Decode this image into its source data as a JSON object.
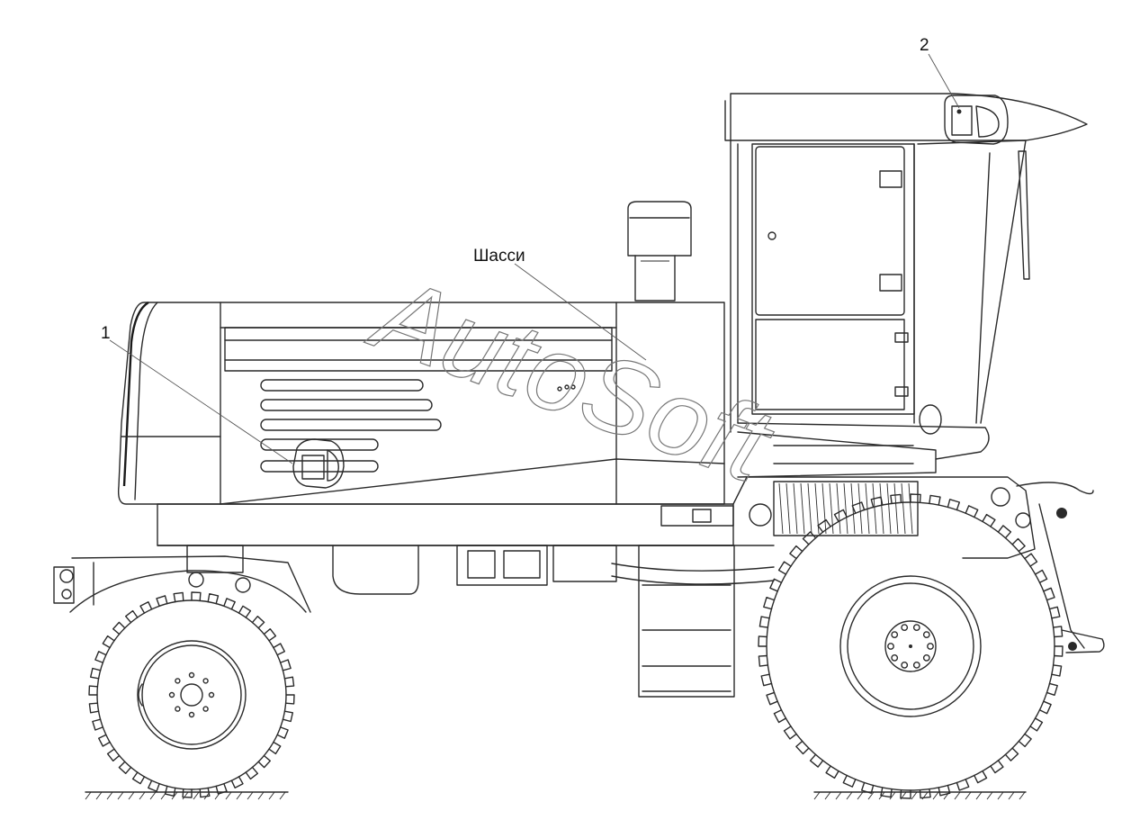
{
  "diagram": {
    "callouts": [
      {
        "id": "callout-1",
        "label": "1"
      },
      {
        "id": "callout-2",
        "label": "2"
      },
      {
        "id": "callout-chassis",
        "label": "Шасси"
      }
    ],
    "watermark": "AutoSoft"
  }
}
